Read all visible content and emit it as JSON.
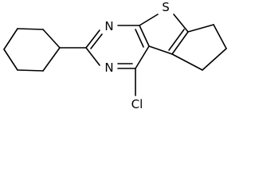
{
  "molecule": {
    "atoms": {
      "n1": "N",
      "n3": "N",
      "s": "S",
      "cl": "Cl"
    }
  }
}
